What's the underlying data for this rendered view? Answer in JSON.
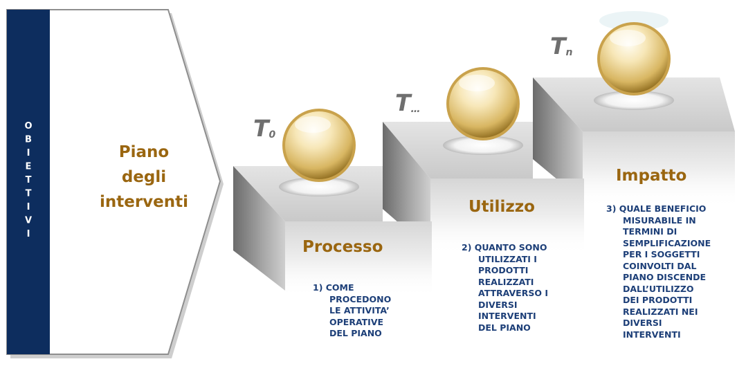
{
  "sidebar": {
    "letters": [
      "O",
      "B",
      "I",
      "E",
      "T",
      "T",
      "I",
      "V",
      "I"
    ]
  },
  "piano": {
    "lines": [
      "Piano",
      "degli",
      "interventi"
    ]
  },
  "time_labels": {
    "t0": {
      "main": "T",
      "sub": "0"
    },
    "tmid": {
      "main": "T",
      "sub": "…"
    },
    "tn": {
      "main": "T",
      "sub": "n"
    }
  },
  "stages": [
    {
      "title": "Processo",
      "desc_first": "1) COME",
      "desc_rest": [
        "PROCEDONO",
        "LE ATTIVITA’",
        "OPERATIVE",
        "DEL PIANO"
      ]
    },
    {
      "title": "Utilizzo",
      "desc_first": "2) QUANTO SONO",
      "desc_rest": [
        "UTILIZZATI I",
        "PRODOTTI",
        "REALIZZATI",
        "ATTRAVERSO I",
        "DIVERSI",
        "INTERVENTI",
        "DEL PIANO"
      ]
    },
    {
      "title": "Impatto",
      "desc_first": "3) QUALE BENEFICIO",
      "desc_rest": [
        "MISURABILE IN",
        "TERMINI DI",
        "SEMPLIFICAZIONE",
        "PER I SOGGETTI",
        "COINVOLTI DAL",
        "PIANO DISCENDE",
        "DALL’UTILIZZO",
        "DEI PRODOTTI",
        "REALIZZATI NEI",
        "DIVERSI",
        "INTERVENTI"
      ]
    }
  ],
  "colors": {
    "sidebar": "#0d2d5e",
    "title_gold": "#9a6610",
    "desc_blue": "#1d3f78",
    "t_gray": "#6f6f6f"
  }
}
